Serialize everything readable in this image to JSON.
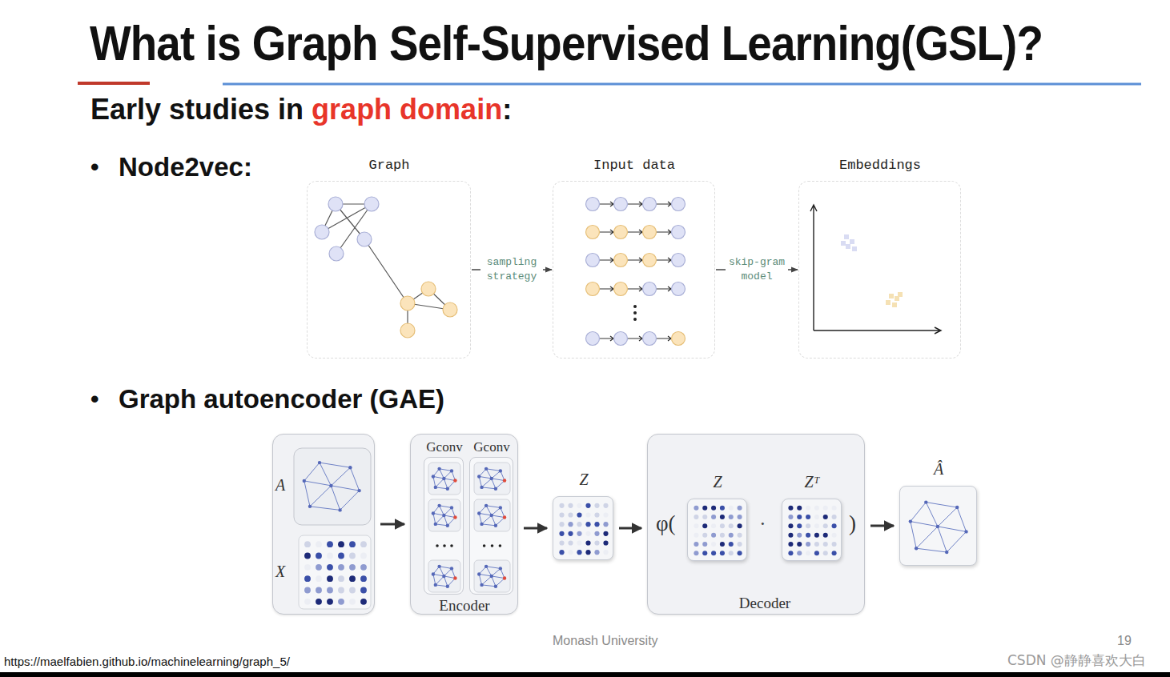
{
  "diagram": {
    "title": "What is Graph Self-Supervised Learning(GSL)?",
    "nodes": [
      {
        "text": [
          "Graph"
        ]
      },
      {
        "text": [
          "Input data"
        ]
      },
      {
        "text": [
          "Embeddings"
        ]
      },
      {
        "text": [
          "A",
          "X"
        ]
      },
      {
        "text": [
          "Encoder"
        ]
      },
      {
        "text": [
          "Gconv"
        ],
        "in": 4
      },
      {
        "text": [
          "Gconv"
        ],
        "in": 4
      },
      {
        "text": [
          "Z"
        ]
      },
      {
        "text": [
          "φ(",
          ")",
          "Decoder"
        ]
      },
      {
        "text": [
          "Z"
        ],
        "in": 8
      },
      {
        "text": [
          "Zᵀ"
        ],
        "in": 8
      },
      {
        "text": [
          "Â"
        ]
      }
    ],
    "edges": [
      {
        "from": 0,
        "to": 1,
        "label": "sampling strategy",
        "arrow": "to"
      },
      {
        "from": 1,
        "to": 2,
        "label": "skip-gram model",
        "arrow": "to"
      },
      {
        "from": 3,
        "to": 4,
        "arrow": "to"
      },
      {
        "from": 4,
        "to": 7,
        "arrow": "to"
      },
      {
        "from": 7,
        "to": 8,
        "arrow": "to"
      },
      {
        "from": 8,
        "to": 11,
        "arrow": "to"
      }
    ],
    "labels": [
      "Early studies in",
      "graph domain",
      ":",
      "•",
      "Node2vec:",
      "•",
      "Graph autoencoder (GAE)",
      "·",
      "Monash University",
      "19",
      "https://maelfabien.github.io/machinelearning/graph_5/",
      "CSDN @静静喜欢大白"
    ]
  }
}
